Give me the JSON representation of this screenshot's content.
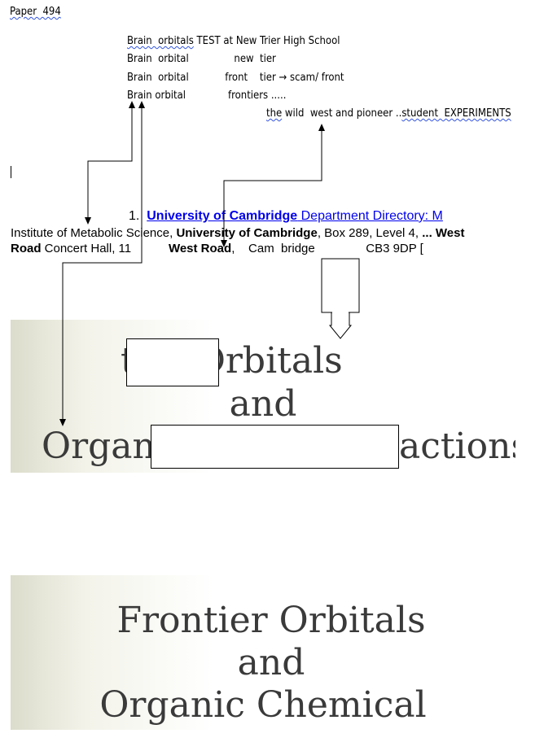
{
  "header": "Paper  494",
  "notes": {
    "line1_a": "Brain  orbitals",
    "line1_b": " TEST at New Trier High School",
    "line2": "Brain  orbital               new  tier",
    "line3": "Brain  orbital            front    tier → scam/ front",
    "line4": "Brain orbital              frontiers .....",
    "line5_a": "the",
    "line5_b": " wild  west and pioneer ..",
    "line5_c": "student  EXPERIMENTS"
  },
  "result": {
    "number": "1.",
    "link_bold": "University of Cambridge",
    "link_rest": " Department Directory: M",
    "s1": "Institute of Metabolic Science, ",
    "s2": "University of Cambridge",
    "s3": ", Box 289, Level 4, ",
    "s4": "... West",
    "s5": "Road",
    "s6": " Concert Hall, 11           ",
    "s7": "West Road",
    "s8": ",    Cam  bridge               CB3 9DP ["
  },
  "cover1": {
    "line1": "tier Orbitals",
    "line2": "and",
    "line3_a": "Organ",
    "line3_b": "actions"
  },
  "cover2": {
    "line1": "Frontier Orbitals",
    "line2": "and",
    "line3": "Organic Chemical Reactions"
  }
}
